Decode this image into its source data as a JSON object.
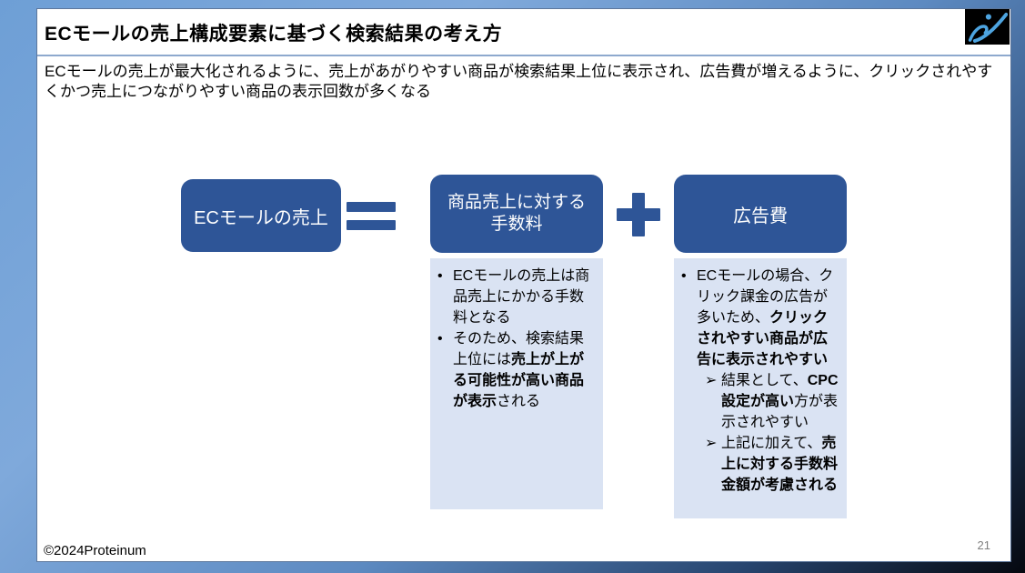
{
  "slide": {
    "header": {
      "title": "ECモールの売上構成要素に基づく検索結果の考え方"
    },
    "logo": {
      "name": "proteinum-logo",
      "bg_color": "#000000",
      "mark_color": "#4da4e0"
    },
    "lead": "ECモールの売上が最大化されるように、売上があがりやすい商品が検索結果上位に表示され、広告費が増えるように、クリックされやすくかつ売上につながりやすい商品の表示回数が多くなる",
    "equation": {
      "result_box": {
        "label": "ECモールの売上"
      },
      "equals_sign": "=",
      "fee_box": {
        "label": "商品売上に対する\n手数料"
      },
      "plus_sign": "+",
      "ad_box": {
        "label": "広告費"
      }
    },
    "fee_notes": {
      "items": [
        {
          "marker": "•",
          "seg1": "ECモールの売上は商品売上にかかる手数料となる",
          "seg2": "",
          "seg3": ""
        },
        {
          "marker": "•",
          "seg1": "そのため、検索結果上位には",
          "seg2": "売上が上がる可能性が高い商品が表示",
          "seg3": "される"
        }
      ]
    },
    "ad_notes": {
      "items": [
        {
          "marker": "•",
          "seg1": "ECモールの場合、クリック課金の広告が多いため、",
          "seg2": "クリックされやすい商品が広告に表示されやすい",
          "seg3": ""
        },
        {
          "marker": "➢",
          "seg1": "結果として、",
          "seg2": "CPC設定が高い",
          "seg3": "方が表示されやすい"
        },
        {
          "marker": "➢",
          "seg1": "上記に加えて、",
          "seg2": "売上に対する手数料金額が考慮される",
          "seg3": ""
        }
      ]
    },
    "footer": {
      "copyright": "©2024Proteinum",
      "page_number": "21"
    }
  },
  "colors": {
    "accent_dark_blue": "#2e5597",
    "panel_light_blue": "#dae3f3",
    "header_divider": "#8ea9ce",
    "background_light": "#7fa9db",
    "background_dark": "#05080f",
    "page_number_gray": "#7f7f7f"
  }
}
